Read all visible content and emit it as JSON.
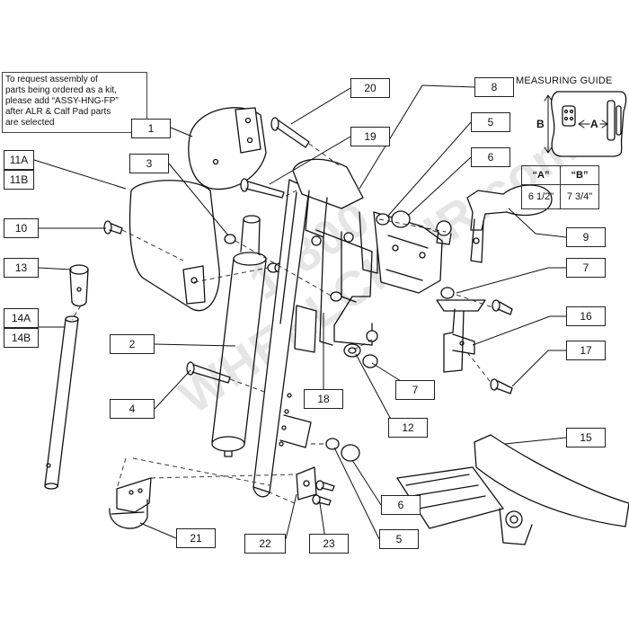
{
  "note": {
    "lines": [
      "To request assembly of",
      "parts being ordered as a kit,",
      "please add “ASSY-HNG-FP”",
      "after ALR & Calf Pad parts",
      "are selected"
    ]
  },
  "measuring_guide": {
    "title": "MEASURING GUIDE",
    "dim_a": "A",
    "dim_b": "B",
    "table_headers": [
      "“A”",
      "“B”"
    ],
    "table_values": [
      "6 1/2\"",
      "7 3/4\""
    ]
  },
  "callouts": {
    "c1": "1",
    "c2": "2",
    "c3": "3",
    "c4": "4",
    "c5a": "5",
    "c5b": "5",
    "c6a": "6",
    "c6b": "6",
    "c7a": "7",
    "c7b": "7",
    "c8": "8",
    "c9": "9",
    "c10": "10",
    "c11a": "11A",
    "c11b": "11B",
    "c12": "12",
    "c13": "13",
    "c14a": "14A",
    "c14b": "14B",
    "c15": "15",
    "c16": "16",
    "c17": "17",
    "c18": "18",
    "c19": "19",
    "c20": "20",
    "c21": "21",
    "c22": "22",
    "c23": "23"
  },
  "watermark": {
    "line1": "1-800",
    "line2": "WHEELCHAIR.com"
  }
}
